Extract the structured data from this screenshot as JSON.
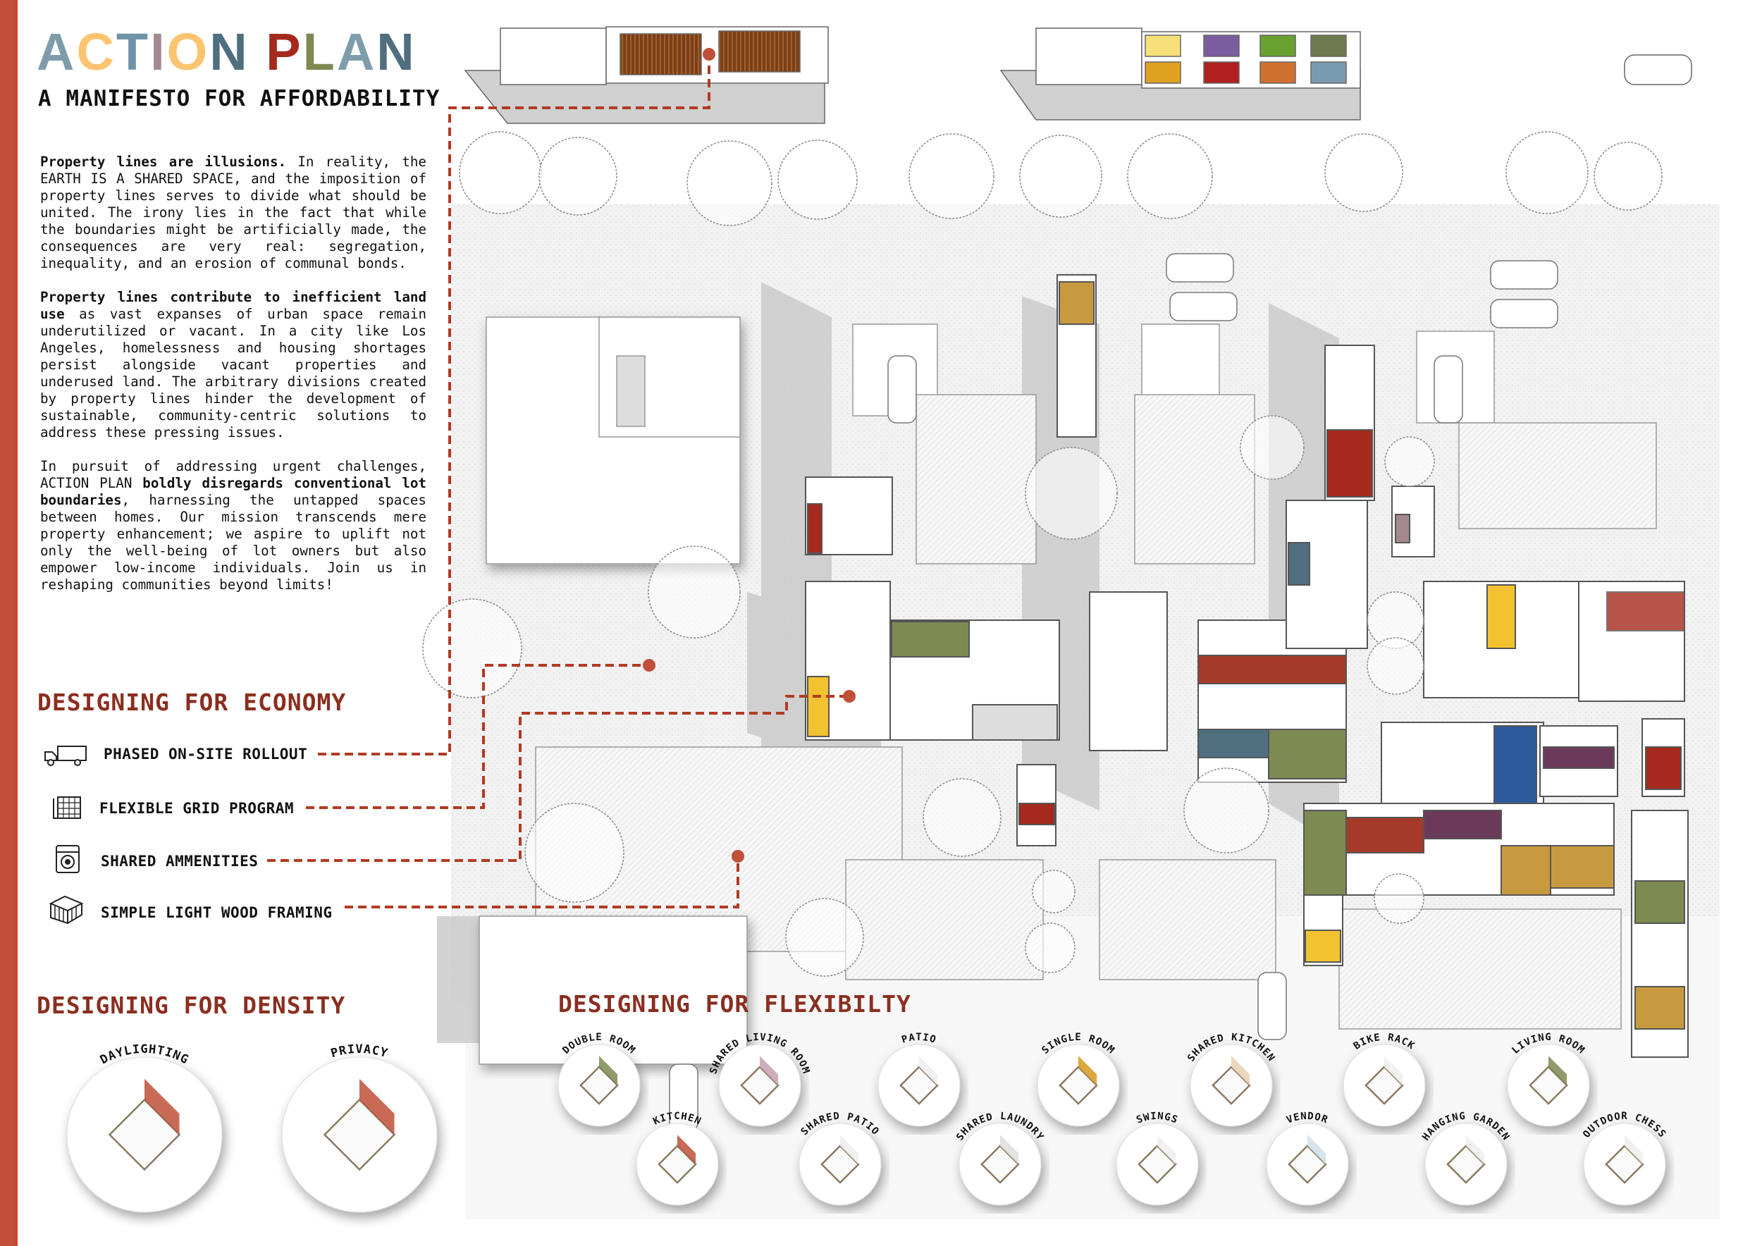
{
  "title": "ACTION PLAN",
  "title_colors": [
    "#7f9cab",
    "#fcc46e",
    "#6f94a8",
    "#a3898e",
    "#fcc46e",
    "#4f6e80",
    "#ffffff",
    "#a52a1d",
    "#7d8a52",
    "#7f9cab",
    "#4f6e80"
  ],
  "subtitle": "A MANIFESTO FOR AFFORDABILITY",
  "paragraphs": [
    {
      "segments": [
        {
          "text": "Property lines are illusions.",
          "bold": true
        },
        {
          "text": " In reality, the EARTH IS A SHARED SPACE, and the imposition of property lines serves to divide what should be united. The irony lies in the fact that while the boundaries might be artificially made, the consequences are very real: segregation, inequality, and an erosion of communal bonds.",
          "bold": false
        }
      ]
    },
    {
      "segments": [
        {
          "text": "Property lines contribute to inefficient land use",
          "bold": true
        },
        {
          "text": " as vast expanses of urban space remain underutilized or vacant. In a city like Los Angeles, homelessness and housing shortages persist alongside vacant properties and underused land. The arbitrary divisions created by property lines hinder the development of sustainable, community-centric solutions to address these pressing issues.",
          "bold": false
        }
      ]
    },
    {
      "segments": [
        {
          "text": "In pursuit of addressing urgent challenges, ACTION PLAN ",
          "bold": false
        },
        {
          "text": "boldly disregards conventional lot boundaries",
          "bold": true
        },
        {
          "text": ", harnessing the untapped spaces between homes. Our mission transcends mere property enhancement; we aspire to uplift not only the well-being of lot owners but also empower low-income individuals. Join us in reshaping communities beyond limits!",
          "bold": false
        }
      ]
    }
  ],
  "economy": {
    "heading": "DESIGNING FOR ECONOMY",
    "items": [
      {
        "label": "PHASED ON-SITE ROLLOUT",
        "icon": "truck-icon"
      },
      {
        "label": "FLEXIBLE GRID PROGRAM",
        "icon": "grid-plan-icon"
      },
      {
        "label": "SHARED AMMENITIES",
        "icon": "washing-machine-icon"
      },
      {
        "label": "SIMPLE LIGHT WOOD FRAMING",
        "icon": "wood-frame-icon"
      }
    ]
  },
  "density": {
    "heading": "DESIGNING FOR DENSITY",
    "items": [
      "DAYLIGHTING",
      "PRIVACY"
    ]
  },
  "flexibility": {
    "heading": "DESIGNING FOR FLEXIBILTY",
    "items": [
      "DOUBLE ROOM",
      "KITCHEN",
      "SHARED LIVING ROOM",
      "SHARED PATIO",
      "PATIO",
      "SHARED LAUNDRY",
      "SINGLE ROOM",
      "SWINGS",
      "SHARED KITCHEN",
      "VENDOR",
      "BIKE RACK",
      "HANGING GARDEN",
      "LIVING ROOM",
      "OUTDOOR CHESS"
    ]
  },
  "colors": {
    "accent": "#8b2e1f",
    "leader": "#b23a22",
    "bar": "#c0503a"
  }
}
